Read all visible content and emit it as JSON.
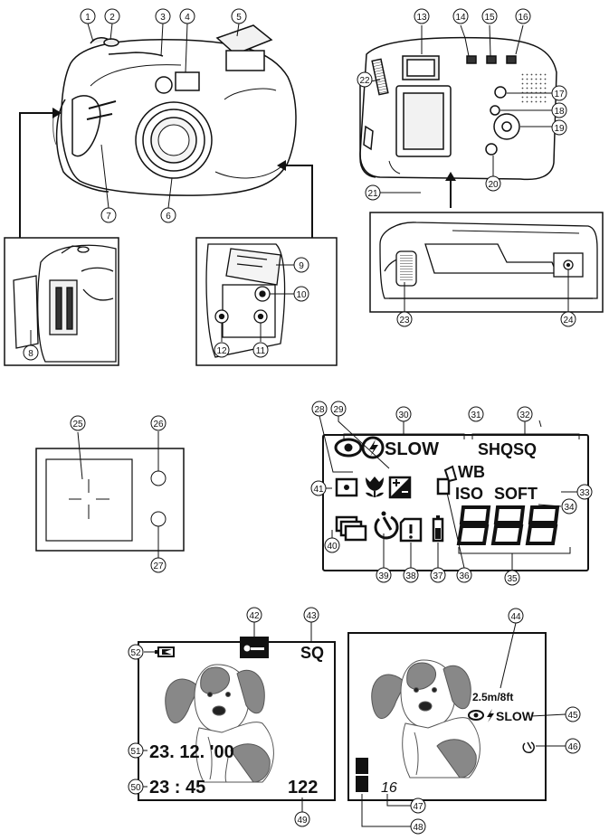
{
  "callouts": {
    "c1": "1",
    "c2": "2",
    "c3": "3",
    "c4": "4",
    "c5": "5",
    "c6": "6",
    "c7": "7",
    "c8": "8",
    "c9": "9",
    "c10": "10",
    "c11": "11",
    "c12": "12",
    "c13": "13",
    "c14": "14",
    "c15": "15",
    "c16": "16",
    "c17": "17",
    "c18": "18",
    "c19": "19",
    "c20": "20",
    "c21": "21",
    "c22": "22",
    "c23": "23",
    "c24": "24",
    "c25": "25",
    "c26": "26",
    "c27": "27",
    "c28": "28",
    "c29": "29",
    "c30": "30",
    "c31": "31",
    "c32": "32",
    "c33": "33",
    "c34": "34",
    "c35": "35",
    "c36": "36",
    "c37": "37",
    "c38": "38",
    "c39": "39",
    "c40": "40",
    "c41": "41",
    "c42": "42",
    "c43": "43",
    "c44": "44",
    "c45": "45",
    "c46": "46",
    "c47": "47",
    "c48": "48",
    "c49": "49",
    "c50": "50",
    "c51": "51",
    "c52": "52"
  },
  "control_panel": {
    "slow": "SLOW",
    "shqsq": "SHQSQ",
    "wb": "WB",
    "iso": "ISO",
    "soft": "SOFT",
    "digits": "888"
  },
  "lcd_left": {
    "quality": "SQ",
    "date": "23. 12. '00",
    "time": "23 : 45",
    "count": "122"
  },
  "lcd_right": {
    "range": "2.5m/8ft",
    "flash_mode": "SLOW",
    "frames": "16"
  }
}
